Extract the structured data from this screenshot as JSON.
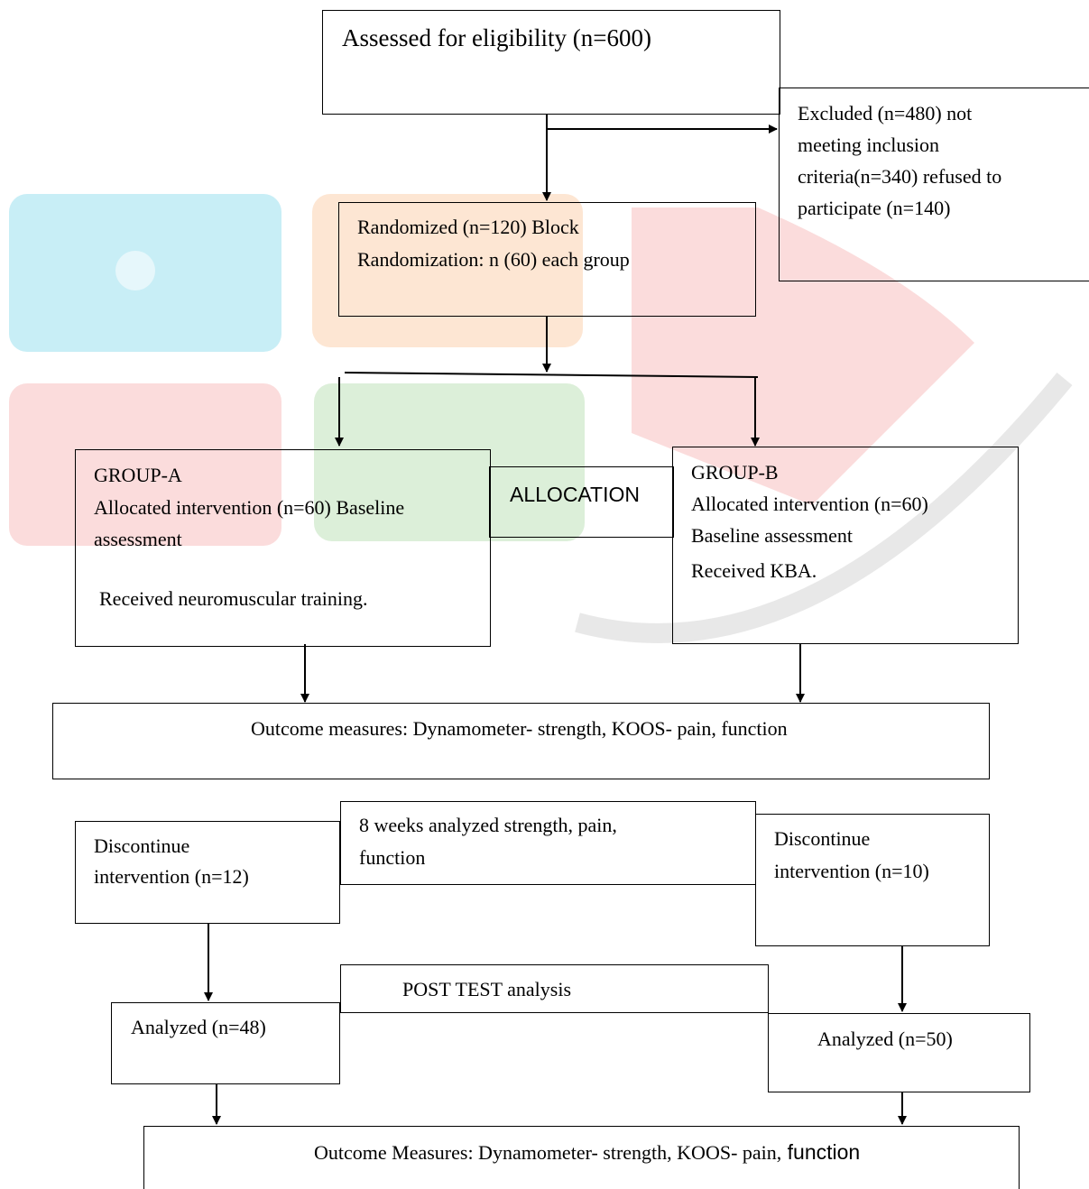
{
  "diagram": {
    "assessed": "Assessed for eligibility (n=600)",
    "excluded": {
      "line1": "Excluded (n=480) not",
      "line2": "meeting inclusion",
      "line3": "criteria(n=340)  refused to",
      "line4": "participate (n=140)"
    },
    "randomized": {
      "line1": "Randomized (n=120) Block",
      "line2": "Randomization: n (60) each group"
    },
    "allocation_label": "ALLOCATION",
    "group_a": {
      "title": "GROUP-A",
      "line1": "Allocated intervention (n=60) Baseline",
      "line2": "assessment",
      "line3": "Received neuromuscular training."
    },
    "group_b": {
      "title": "GROUP-B",
      "line1": "Allocated intervention (n=60)",
      "line2": "Baseline assessment",
      "line3": "Received KBA."
    },
    "outcome_1": "Outcome measures: Dynamometer- strength, KOOS- pain, function",
    "weeks_8": {
      "line1": "8 weeks analyzed strength, pain,",
      "line2": "function"
    },
    "discontinue_a": {
      "line1": "Discontinue",
      "line2": "intervention (n=12)"
    },
    "discontinue_b": {
      "line1": "Discontinue",
      "line2": "intervention (n=10)"
    },
    "post_test": "POST TEST analysis",
    "analyzed_a": "Analyzed (n=48)",
    "analyzed_b": "Analyzed (n=50)",
    "outcome_2": {
      "part1": "Outcome Measures:  Dynamometer- strength, KOOS- pain,",
      "part2": " function"
    }
  },
  "colors": {
    "line": "#000000",
    "watermark_blue": "#c8eef6",
    "watermark_orange": "#fde6d3",
    "watermark_red": "#fbdcdc",
    "watermark_green": "#dcefd9",
    "watermark_gray": "#e8e8e8"
  }
}
